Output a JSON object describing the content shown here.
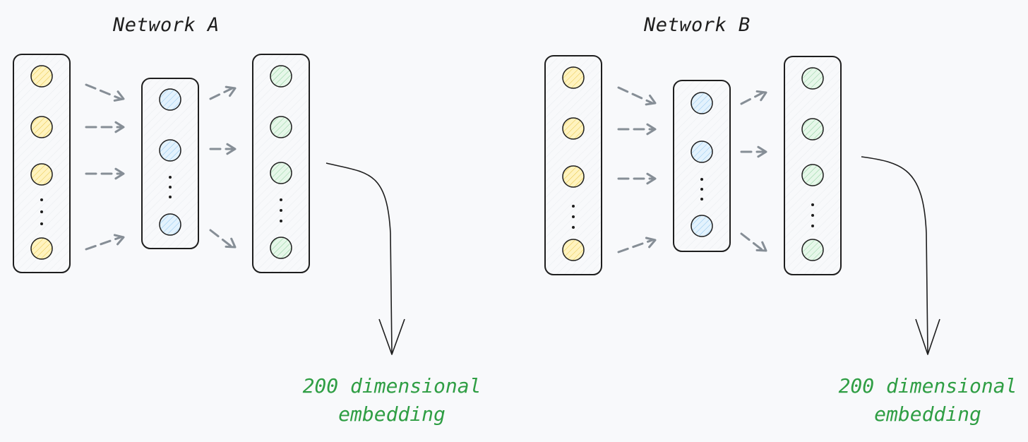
{
  "colors": {
    "background": "#f8f9fb",
    "stroke": "#1e1e1e",
    "arrow": "#868e96",
    "input_node": "#fff3bf",
    "hidden_node": "#d0ebff",
    "output_node": "#d3f9d8",
    "caption": "#2f9e44"
  },
  "networks": [
    {
      "title": "Network A",
      "caption_lines": [
        "200 dimensional",
        "embedding"
      ],
      "layers": [
        {
          "role": "input",
          "visible_nodes": 4,
          "ellipsis": true
        },
        {
          "role": "hidden",
          "visible_nodes": 3,
          "ellipsis": true
        },
        {
          "role": "output",
          "visible_nodes": 4,
          "ellipsis": true
        }
      ]
    },
    {
      "title": "Network B",
      "caption_lines": [
        "200 dimensional",
        "embedding"
      ],
      "layers": [
        {
          "role": "input",
          "visible_nodes": 4,
          "ellipsis": true
        },
        {
          "role": "hidden",
          "visible_nodes": 3,
          "ellipsis": true
        },
        {
          "role": "output",
          "visible_nodes": 4,
          "ellipsis": true
        }
      ]
    }
  ]
}
